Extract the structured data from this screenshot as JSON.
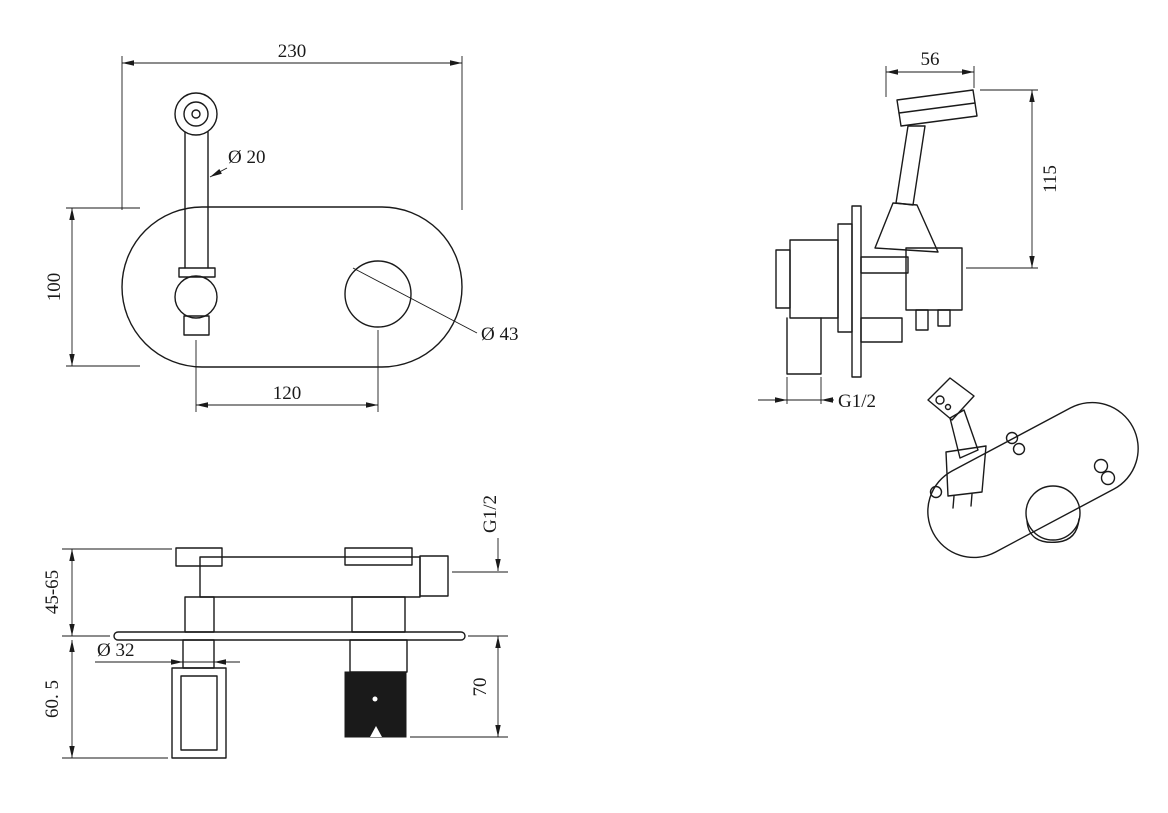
{
  "drawing": {
    "colors": {
      "line": "#1a1a1a",
      "background": "#ffffff"
    },
    "views": {
      "front": {
        "plate_width": "230",
        "sprayer_diameter": "Ø 20",
        "plate_height": "100",
        "hole_spacing": "120",
        "hole_diameter": "Ø 43"
      },
      "side": {
        "head_width": "56",
        "overall_height": "115",
        "inlet_thread": "G1/2"
      },
      "section": {
        "mount_depth_range": "45-65",
        "rough_in_depth": "60. 5",
        "hole_diameter": "Ø 32",
        "valve_height": "70",
        "outlet_thread": "G1/2"
      }
    }
  }
}
